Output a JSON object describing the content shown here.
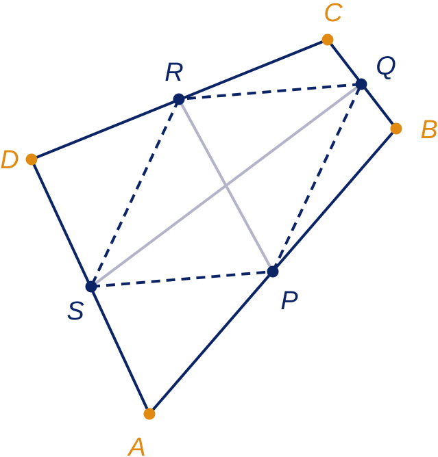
{
  "colors": {
    "quad": "#0b2466",
    "midpoint": "#0b2466",
    "vertex": "#e08a12",
    "diagonal": "#b4b4c8",
    "background": "#ffffff"
  },
  "vertices": [
    {
      "id": "A",
      "label": "A"
    },
    {
      "id": "B",
      "label": "B"
    },
    {
      "id": "C",
      "label": "C"
    },
    {
      "id": "D",
      "label": "D"
    }
  ],
  "midpoints": [
    {
      "id": "P",
      "label": "P"
    },
    {
      "id": "Q",
      "label": "Q"
    },
    {
      "id": "R",
      "label": "R"
    },
    {
      "id": "S",
      "label": "S"
    }
  ]
}
